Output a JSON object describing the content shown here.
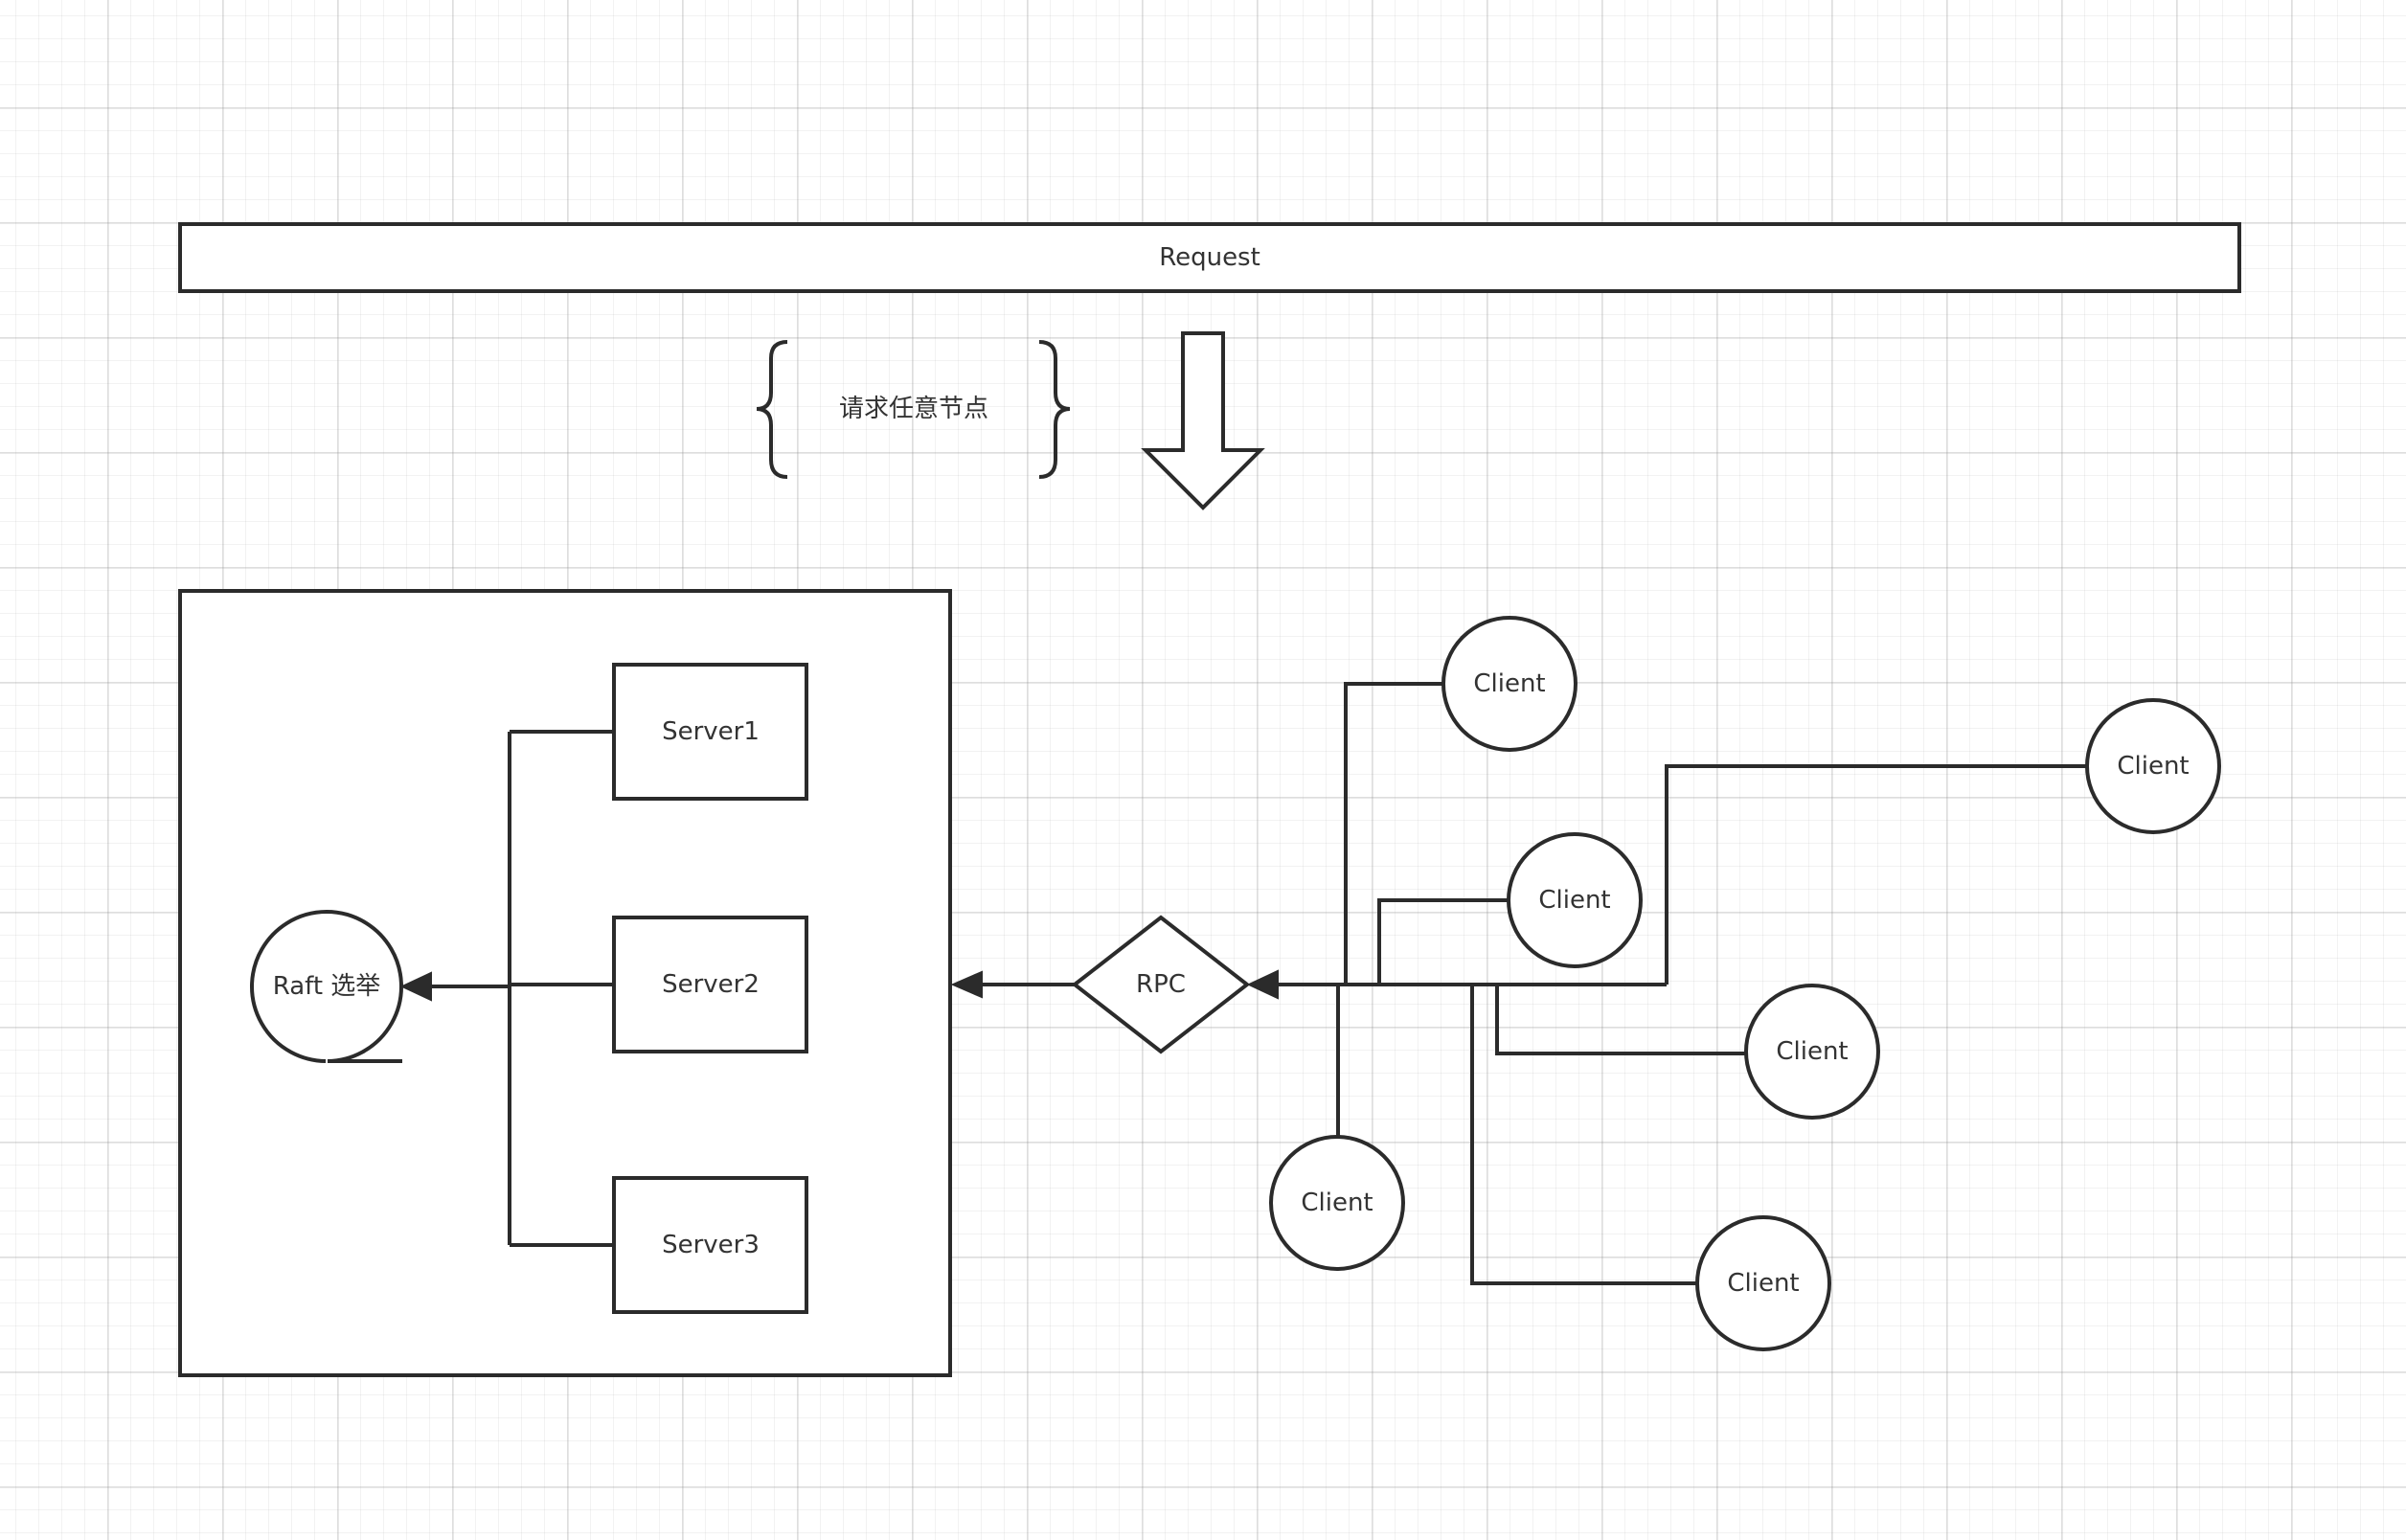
{
  "request_bar": {
    "label": "Request"
  },
  "note": {
    "label": "请求任意节点"
  },
  "cluster": {
    "raft": {
      "label": "Raft 选举"
    },
    "servers": [
      {
        "label": "Server1"
      },
      {
        "label": "Server2"
      },
      {
        "label": "Server3"
      }
    ]
  },
  "rpc": {
    "label": "RPC"
  },
  "clients": [
    {
      "label": "Client"
    },
    {
      "label": "Client"
    },
    {
      "label": "Client"
    },
    {
      "label": "Client"
    },
    {
      "label": "Client"
    },
    {
      "label": "Client"
    }
  ],
  "colors": {
    "stroke": "#2b2b2b",
    "text": "#333333",
    "background": "#ffffff"
  }
}
